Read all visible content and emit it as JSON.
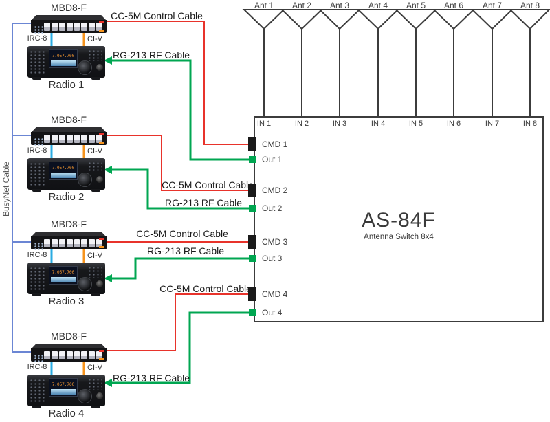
{
  "cables": {
    "busynet_label": "BusyNet Cable",
    "control_label": "CC-5M Control Cable",
    "rf_label": "RG-213 RF Cable"
  },
  "antennas": {
    "labels": [
      "Ant 1",
      "Ant 2",
      "Ant 3",
      "Ant 4",
      "Ant 5",
      "Ant 6",
      "Ant 7",
      "Ant 8"
    ]
  },
  "switch": {
    "title": "AS-84F",
    "subtitle": "Antenna Switch 8x4",
    "input_labels": [
      "IN 1",
      "IN 2",
      "IN 3",
      "IN 4",
      "IN 5",
      "IN 6",
      "IN 7",
      "IN 8"
    ],
    "ports": [
      {
        "cmd": "CMD 1",
        "out": "Out 1"
      },
      {
        "cmd": "CMD 2",
        "out": "Out 2"
      },
      {
        "cmd": "CMD 3",
        "out": "Out 3"
      },
      {
        "cmd": "CMD 4",
        "out": "Out 4"
      }
    ]
  },
  "stations": [
    {
      "controller": "MBD8-F",
      "left_port": "IRC-8",
      "right_port": "CI-V",
      "radio": "Radio 1",
      "frequency": "7.057.700"
    },
    {
      "controller": "MBD8-F",
      "left_port": "IRC-8",
      "right_port": "CI-V",
      "radio": "Radio 2",
      "frequency": "7.057.700"
    },
    {
      "controller": "MBD8-F",
      "left_port": "IRC-8",
      "right_port": "CI-V",
      "radio": "Radio 3",
      "frequency": "7.057.700"
    },
    {
      "controller": "MBD8-F",
      "left_port": "IRC-8",
      "right_port": "CI-V",
      "radio": "Radio 4",
      "frequency": "7.057.700"
    }
  ],
  "colors": {
    "control_cable": "#e8332b",
    "rf_cable": "#00a651",
    "busynet_cable": "#6b86d4",
    "irc8_cable": "#2aabe2",
    "civ_cable": "#f7941d",
    "outline": "#3c3c3c"
  }
}
